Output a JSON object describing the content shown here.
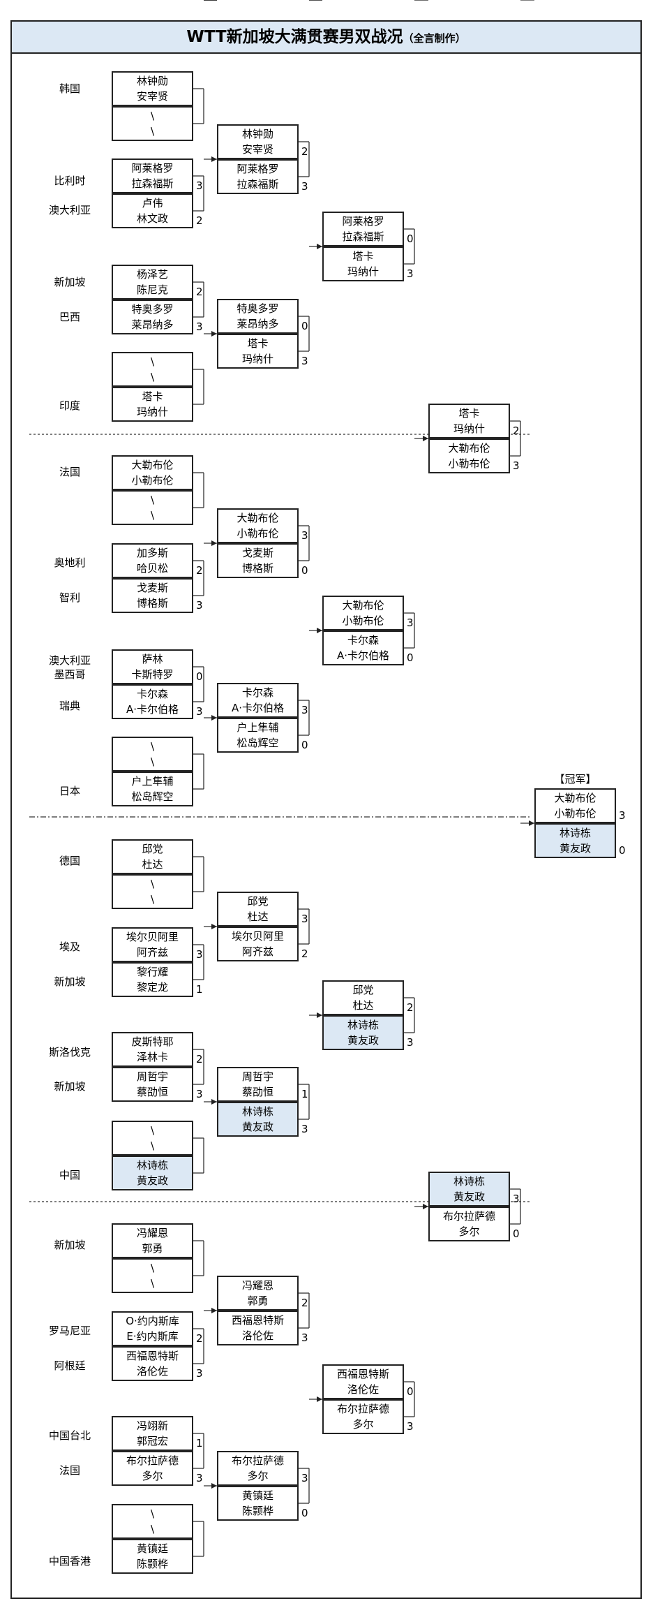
{
  "title": {
    "main": "WTT新加坡大满贯赛男双战况",
    "note": "（全言制作）"
  },
  "countries": [
    "韩国",
    "比利时",
    "澳大利亚",
    "新加坡",
    "巴西",
    "印度",
    "法国",
    "奥地利",
    "智利",
    "澳大利亚",
    "墨西哥",
    "瑞典",
    "日本",
    "德国",
    "埃及",
    "新加坡",
    "斯洛伐克",
    "新加坡",
    "中国",
    "新加坡",
    "罗马尼亚",
    "阿根廷",
    "中国台北",
    "法国",
    "中国香港"
  ],
  "bye": [
    "\\",
    "\\"
  ],
  "round1": [
    {
      "p": [
        "林钟勋",
        "安宰贤"
      ]
    },
    {
      "p": [
        "\\",
        "\\"
      ]
    },
    {
      "p": [
        "阿莱格罗",
        "拉森福斯"
      ],
      "s": "3"
    },
    {
      "p": [
        "卢伟",
        "林文政"
      ],
      "s": "2"
    },
    {
      "p": [
        "杨泽艺",
        "陈尼克"
      ],
      "s": "2"
    },
    {
      "p": [
        "特奥多罗",
        "莱昂纳多"
      ],
      "s": "3"
    },
    {
      "p": [
        "\\",
        "\\"
      ]
    },
    {
      "p": [
        "塔卡",
        "玛纳什"
      ]
    },
    {
      "p": [
        "大勒布伦",
        "小勒布伦"
      ]
    },
    {
      "p": [
        "\\",
        "\\"
      ]
    },
    {
      "p": [
        "加多斯",
        "哈贝松"
      ],
      "s": "2"
    },
    {
      "p": [
        "戈麦斯",
        "博格斯"
      ],
      "s": "3"
    },
    {
      "p": [
        "萨林",
        "卡斯特罗"
      ],
      "s": "0"
    },
    {
      "p": [
        "卡尔森",
        "A·卡尔伯格"
      ],
      "s": "3"
    },
    {
      "p": [
        "\\",
        "\\"
      ]
    },
    {
      "p": [
        "户上隼辅",
        "松岛辉空"
      ]
    },
    {
      "p": [
        "邱党",
        "杜达"
      ]
    },
    {
      "p": [
        "\\",
        "\\"
      ]
    },
    {
      "p": [
        "埃尔贝阿里",
        "阿齐兹"
      ],
      "s": "3"
    },
    {
      "p": [
        "黎行耀",
        "黎定龙"
      ],
      "s": "1"
    },
    {
      "p": [
        "皮斯特耶",
        "泽林卡"
      ],
      "s": "2"
    },
    {
      "p": [
        "周哲宇",
        "蔡劭恒"
      ],
      "s": "3"
    },
    {
      "p": [
        "\\",
        "\\"
      ]
    },
    {
      "p": [
        "林诗栋",
        "黄友政"
      ],
      "hl": true
    },
    {
      "p": [
        "冯耀恩",
        "郭勇"
      ]
    },
    {
      "p": [
        "\\",
        "\\"
      ]
    },
    {
      "p": [
        "O·约内斯库",
        "E·约内斯库"
      ],
      "s": "2"
    },
    {
      "p": [
        "西福恩特斯",
        "洛伦佐"
      ],
      "s": "3"
    },
    {
      "p": [
        "冯翊新",
        "郭冠宏"
      ],
      "s": "1"
    },
    {
      "p": [
        "布尔拉萨德",
        "多尔"
      ],
      "s": "3"
    },
    {
      "p": [
        "\\",
        "\\"
      ]
    },
    {
      "p": [
        "黄镇廷",
        "陈颢桦"
      ]
    }
  ],
  "round2": [
    {
      "p": [
        "林钟勋",
        "安宰贤"
      ],
      "s": "2"
    },
    {
      "p": [
        "阿莱格罗",
        "拉森福斯"
      ],
      "s": "3"
    },
    {
      "p": [
        "特奥多罗",
        "莱昂纳多"
      ],
      "s": "0"
    },
    {
      "p": [
        "塔卡",
        "玛纳什"
      ],
      "s": "3"
    },
    {
      "p": [
        "大勒布伦",
        "小勒布伦"
      ],
      "s": "3"
    },
    {
      "p": [
        "戈麦斯",
        "博格斯"
      ],
      "s": "0"
    },
    {
      "p": [
        "卡尔森",
        "A·卡尔伯格"
      ],
      "s": "3"
    },
    {
      "p": [
        "户上隼辅",
        "松岛辉空"
      ],
      "s": "0"
    },
    {
      "p": [
        "邱党",
        "杜达"
      ],
      "s": "3"
    },
    {
      "p": [
        "埃尔贝阿里",
        "阿齐兹"
      ],
      "s": "2"
    },
    {
      "p": [
        "周哲宇",
        "蔡劭恒"
      ],
      "s": "1"
    },
    {
      "p": [
        "林诗栋",
        "黄友政"
      ],
      "s": "3",
      "hl": true
    },
    {
      "p": [
        "冯耀恩",
        "郭勇"
      ],
      "s": "2"
    },
    {
      "p": [
        "西福恩特斯",
        "洛伦佐"
      ],
      "s": "3"
    },
    {
      "p": [
        "布尔拉萨德",
        "多尔"
      ],
      "s": "3"
    },
    {
      "p": [
        "黄镇廷",
        "陈颢桦"
      ],
      "s": "0"
    }
  ],
  "round3": [
    {
      "p": [
        "阿莱格罗",
        "拉森福斯"
      ],
      "s": "0"
    },
    {
      "p": [
        "塔卡",
        "玛纳什"
      ],
      "s": "3"
    },
    {
      "p": [
        "大勒布伦",
        "小勒布伦"
      ],
      "s": "3"
    },
    {
      "p": [
        "卡尔森",
        "A·卡尔伯格"
      ],
      "s": "0"
    },
    {
      "p": [
        "邱党",
        "杜达"
      ],
      "s": "2"
    },
    {
      "p": [
        "林诗栋",
        "黄友政"
      ],
      "s": "3",
      "hl": true
    },
    {
      "p": [
        "西福恩特斯",
        "洛伦佐"
      ],
      "s": "0"
    },
    {
      "p": [
        "布尔拉萨德",
        "多尔"
      ],
      "s": "3"
    }
  ],
  "round4": [
    {
      "p": [
        "塔卡",
        "玛纳什"
      ],
      "s": "2"
    },
    {
      "p": [
        "大勒布伦",
        "小勒布伦"
      ],
      "s": "3"
    },
    {
      "p": [
        "林诗栋",
        "黄友政"
      ],
      "s": "3",
      "hl": true
    },
    {
      "p": [
        "布尔拉萨德",
        "多尔"
      ],
      "s": "0"
    }
  ],
  "final": {
    "label": "【冠军】",
    "seats": [
      {
        "p": [
          "大勒布伦",
          "小勒布伦"
        ],
        "s": "3"
      },
      {
        "p": [
          "林诗栋",
          "黄友政"
        ],
        "s": "0",
        "hl": true
      }
    ]
  }
}
